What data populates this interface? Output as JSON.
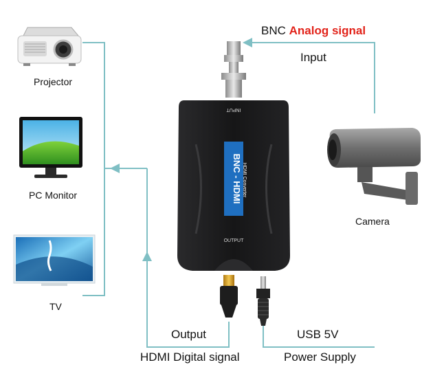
{
  "labels": {
    "bnc": "BNC",
    "analog_signal": "Analog signal",
    "input": "Input",
    "projector": "Projector",
    "pc_monitor": "PC Monitor",
    "tv": "TV",
    "camera": "Camera",
    "output": "Output",
    "hdmi_digital_signal": "HDMI Digital signal",
    "usb_5v": "USB 5V",
    "power_supply": "Power Supply"
  },
  "device": {
    "top_text": "INPUT",
    "brand": "BNC - HDMI",
    "sub": "HDMI Converter",
    "bottom_text": "OUTPUT"
  },
  "colors": {
    "connector_line": "#7fbfc4",
    "accent_red": "#e2231a",
    "device_body": "#1c1c1e",
    "device_panel": "#1f6fc0"
  }
}
